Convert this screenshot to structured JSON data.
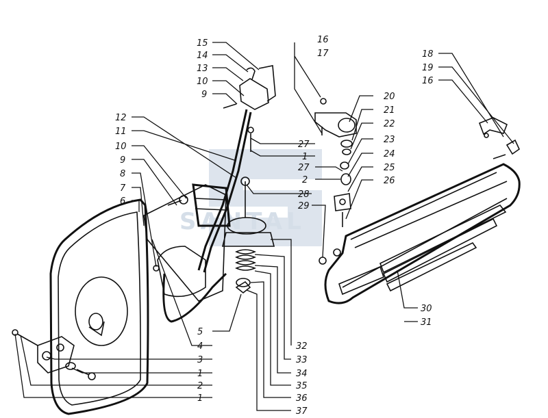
{
  "watermark": {
    "text": "SANTAL",
    "color": "#9fb3cc"
  },
  "colors": {
    "ink": "#111111",
    "background": "#ffffff"
  },
  "callouts": {
    "c15": "15",
    "c14": "14",
    "c13": "13",
    "c10a": "10",
    "c9a": "9",
    "c12": "12",
    "c11": "11",
    "c10b": "10",
    "c9b": "9",
    "c8": "8",
    "c7": "7",
    "c6": "6",
    "c16a": "16",
    "c17": "17",
    "c20": "20",
    "c21": "21",
    "c22": "22",
    "c23": "23",
    "c27a": "27",
    "c1a": "1",
    "c24": "24",
    "c27b": "27",
    "c25": "25",
    "c2a": "2",
    "c26": "26",
    "c28": "28",
    "c29": "29",
    "c18": "18",
    "c19": "19",
    "c16b": "16",
    "c30": "30",
    "c31": "31",
    "c5": "5",
    "c4": "4",
    "c3": "3",
    "c1b": "1",
    "c2b": "2",
    "c1c": "1",
    "c32": "32",
    "c33": "33",
    "c34": "34",
    "c35": "35",
    "c36": "36",
    "c37": "37"
  }
}
